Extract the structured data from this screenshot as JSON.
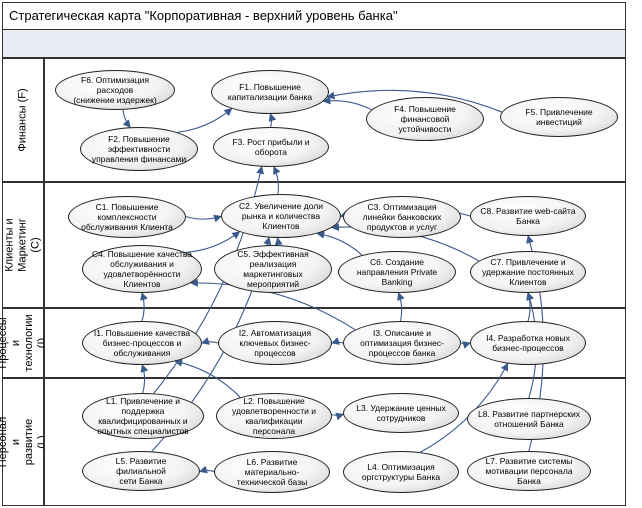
{
  "title": "Стратегическая карта \"Корпоративная - верхний уровень банка\"",
  "lanes": {
    "finance": "Финансы (F)",
    "clients": "Клиенты и Маркетинг\n(C)",
    "processes": "Процессы и\nтехнологии\n(I)",
    "personnel": "Персонал и развитие\n(L)"
  },
  "nodes": {
    "F1": "F1. Повышение\nкапитализации банка",
    "F2": "F2. Повышение\nэффективности\nуправления финансами",
    "F3": "F3. Рост прибыли и\nоборота",
    "F4": "F4. Повышение\nфинансовой\nустойчивости",
    "F5": "F5. Привлечение\nинвестиций",
    "F6": "F6. Оптимизация расходов\n(снижение издержек)",
    "C1": "C1. Повышение\nкомплексности\nобслуживания Клиента",
    "C2": "C2. Увеличение доли\nрынка и количества\nКлиентов",
    "C3": "C3. Оптимизация\nлинейки банковских\nпродуктов и услуг",
    "C4": "C4. Повышение качества\nобслуживания и\nудовлетворённости\nКлиентов",
    "C5": "C5. Эффективная\nреализация\nмаркетинговых\nмероприятий",
    "C6": "C6. Создание\nнаправления Private\nBanking",
    "C7": "C7. Привлечение и\nудержание постоянных\nКлиентов",
    "C8": "C8. Развитие web-сайта\nБанка",
    "I1": "I1. Повышение качества\nбизнес-процессов и\nобслуживания",
    "I2": "I2. Автоматизация\nключевых бизнес-\nпроцессов",
    "I3": "I3. Описание и\nоптимизация бизнес-\nпроцессов банка",
    "I4": "I4. Разработка новых\nбизнес-процессов",
    "L1": "L1. Привлечение и\nподдержка\nквалифицированных и\nопытных специалистов",
    "L2": "L2. Повышение\nудовлетворенности и\nквалификации персонала",
    "L3": "L3. Удержание ценных\nсотрудников",
    "L4": "L4. Оптимизация\nоргструктуры Банка",
    "L5": "L5. Развитие филиальной\nсети Банка",
    "L6": "L6. Развитие\nматериально-\nтехнической базы",
    "L7": "L7. Развитие системы\nмотивации персонала Банка",
    "L8": "L8. Развитие партнерских\nотношений Банка"
  },
  "edges": [
    [
      "F2",
      "F1"
    ],
    [
      "F3",
      "F1"
    ],
    [
      "F4",
      "F1"
    ],
    [
      "F5",
      "F1"
    ],
    [
      "F6",
      "F2"
    ],
    [
      "C1",
      "C2"
    ],
    [
      "C3",
      "C2"
    ],
    [
      "C6",
      "C2"
    ],
    [
      "C7",
      "C2"
    ],
    [
      "C8",
      "C2"
    ],
    [
      "C4",
      "C2"
    ],
    [
      "C5",
      "C2"
    ],
    [
      "C2",
      "F3"
    ],
    [
      "I3",
      "I2"
    ],
    [
      "I2",
      "I1"
    ],
    [
      "I3",
      "I4"
    ],
    [
      "I3",
      "C6"
    ],
    [
      "I4",
      "C7"
    ],
    [
      "I1",
      "C4"
    ],
    [
      "I3",
      "C4"
    ],
    [
      "L1",
      "I1"
    ],
    [
      "L2",
      "L3"
    ],
    [
      "L2",
      "I1"
    ],
    [
      "L4",
      "I4"
    ],
    [
      "L6",
      "L5"
    ],
    [
      "L8",
      "C7"
    ],
    [
      "L5",
      "C2"
    ],
    [
      "L7",
      "C8"
    ],
    [
      "L1",
      "F3"
    ]
  ]
}
